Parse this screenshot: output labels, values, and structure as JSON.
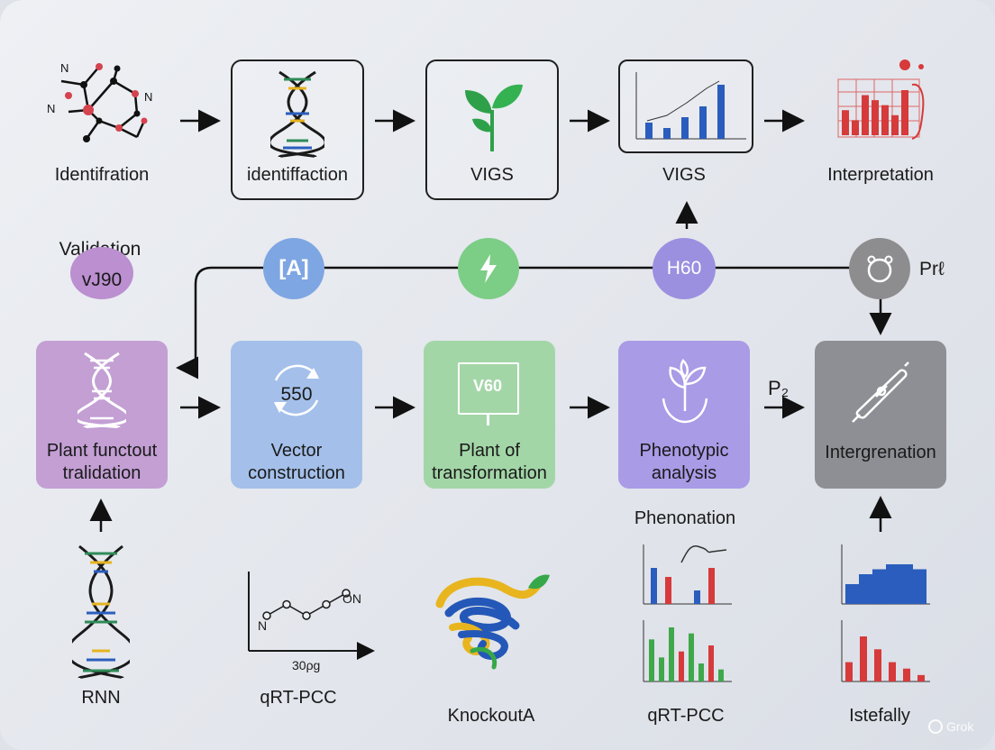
{
  "top_row": {
    "step1": "Identifration",
    "step2": "identiffaction",
    "step3": "VIGS",
    "step4": "VIGS",
    "step5": "Interpretation"
  },
  "side": {
    "validation": "Validation",
    "circle_text": "vJ90",
    "pr_label": "Prℓ",
    "p2_label": "P₂"
  },
  "mid_circles": {
    "c1": "[A]",
    "c3": "H60"
  },
  "main_row": {
    "box1": "Plant functout\ntralidation",
    "box2_num": "550",
    "box2": "Vector\nconstruction",
    "box3_icon": "V60",
    "box3": "Plant of\ntransformation",
    "box4": "Phenotypic\nanalysis",
    "box5": "Intergrenation"
  },
  "bottom": {
    "phenonation": "Phenonation",
    "rnn": "RNN",
    "qrt1": "qRT-PCC",
    "qrt1_xlabel": "30ρg",
    "qrt1_n_left": "N",
    "qrt1_n_right": "ON",
    "knockout": "KnockoutA",
    "qrt2": "qRT-PCC",
    "istefally": "Istefally"
  },
  "watermark": "Grok",
  "colors": {
    "purple_box": "#c39fd4",
    "blue_box": "#a4c0ea",
    "green_box": "#a3d6a7",
    "violet_box": "#a99be6",
    "gray_box": "#8e8f94",
    "circle_blue": "#7ea6e3",
    "circle_green": "#7ccd86",
    "circle_violet": "#9b8fe0",
    "circle_gray": "#8d8d90",
    "circle_purple": "#bb8fd0"
  },
  "chart_data": [
    {
      "type": "bar",
      "name": "top-vigs-chart",
      "values": [
        3,
        2,
        4,
        6,
        10
      ]
    },
    {
      "type": "bar",
      "name": "top-interpretation-chart",
      "values": [
        5,
        3,
        8,
        7,
        6,
        4,
        9
      ]
    },
    {
      "type": "bar",
      "name": "phenonation-chart-1",
      "series": [
        {
          "name": "",
          "values": [
            8,
            6,
            0,
            3,
            8
          ]
        }
      ]
    },
    {
      "type": "bar",
      "name": "phenonation-chart-2",
      "values": [
        7,
        4,
        9,
        5,
        8,
        3,
        6,
        2
      ]
    },
    {
      "type": "bar",
      "name": "istefally-chart-1",
      "values": [
        4,
        6,
        7,
        8,
        8,
        7
      ]
    },
    {
      "type": "bar",
      "name": "istefally-chart-2",
      "values": [
        3,
        7,
        5,
        3,
        2,
        1
      ]
    },
    {
      "type": "line",
      "name": "qrt-line",
      "values": [
        2,
        3,
        2,
        3,
        4
      ]
    }
  ]
}
